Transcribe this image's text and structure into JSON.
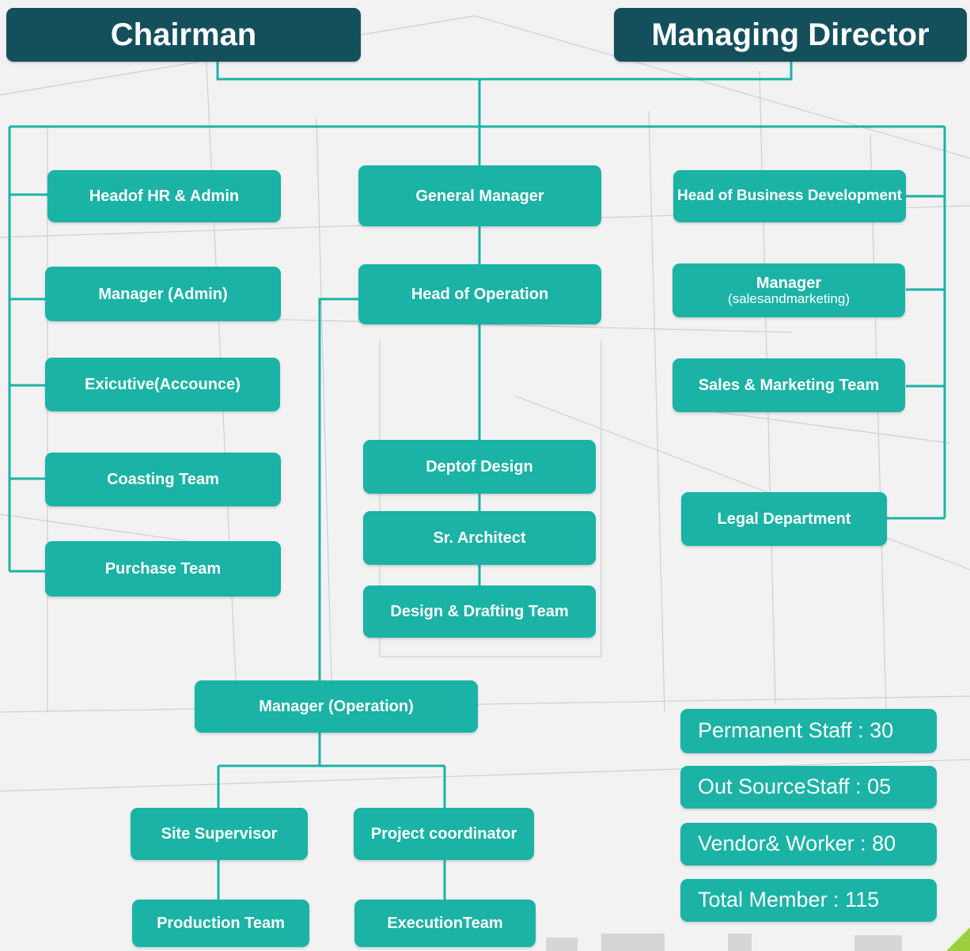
{
  "top": {
    "chairman": "Chairman",
    "managing_director": "Managing Director"
  },
  "left_column": [
    "Headof HR & Admin",
    "Manager (Admin)",
    "Exicutive(Accounce)",
    "Coasting Team",
    "Purchase Team"
  ],
  "center": {
    "general_manager": "General Manager",
    "head_of_operation": "Head of Operation",
    "dept_of_design": "Deptof Design",
    "sr_architect": "Sr. Architect",
    "design_drafting_team": "Design & Drafting Team",
    "manager_operation": "Manager (Operation)",
    "site_supervisor": "Site Supervisor",
    "project_coordinator": "Project coordinator",
    "production_team": "Production Team",
    "execution_team": "ExecutionTeam"
  },
  "right_column": {
    "head_business_development": "Head of Business Development",
    "manager_sales_title": "Manager",
    "manager_sales_sub": "(salesandmarketing)",
    "sales_marketing_team": "Sales & Marketing Team",
    "legal_department": "Legal Department"
  },
  "stats": [
    "Permanent Staff : 30",
    "Out SourceStaff : 05",
    "Vendor& Worker : 80",
    "Total Member : 115"
  ],
  "colors": {
    "box": "#1ab3a6",
    "top_box": "#144f5c",
    "line": "#1ab3a6",
    "corner_accent": "#9bcf3b"
  }
}
